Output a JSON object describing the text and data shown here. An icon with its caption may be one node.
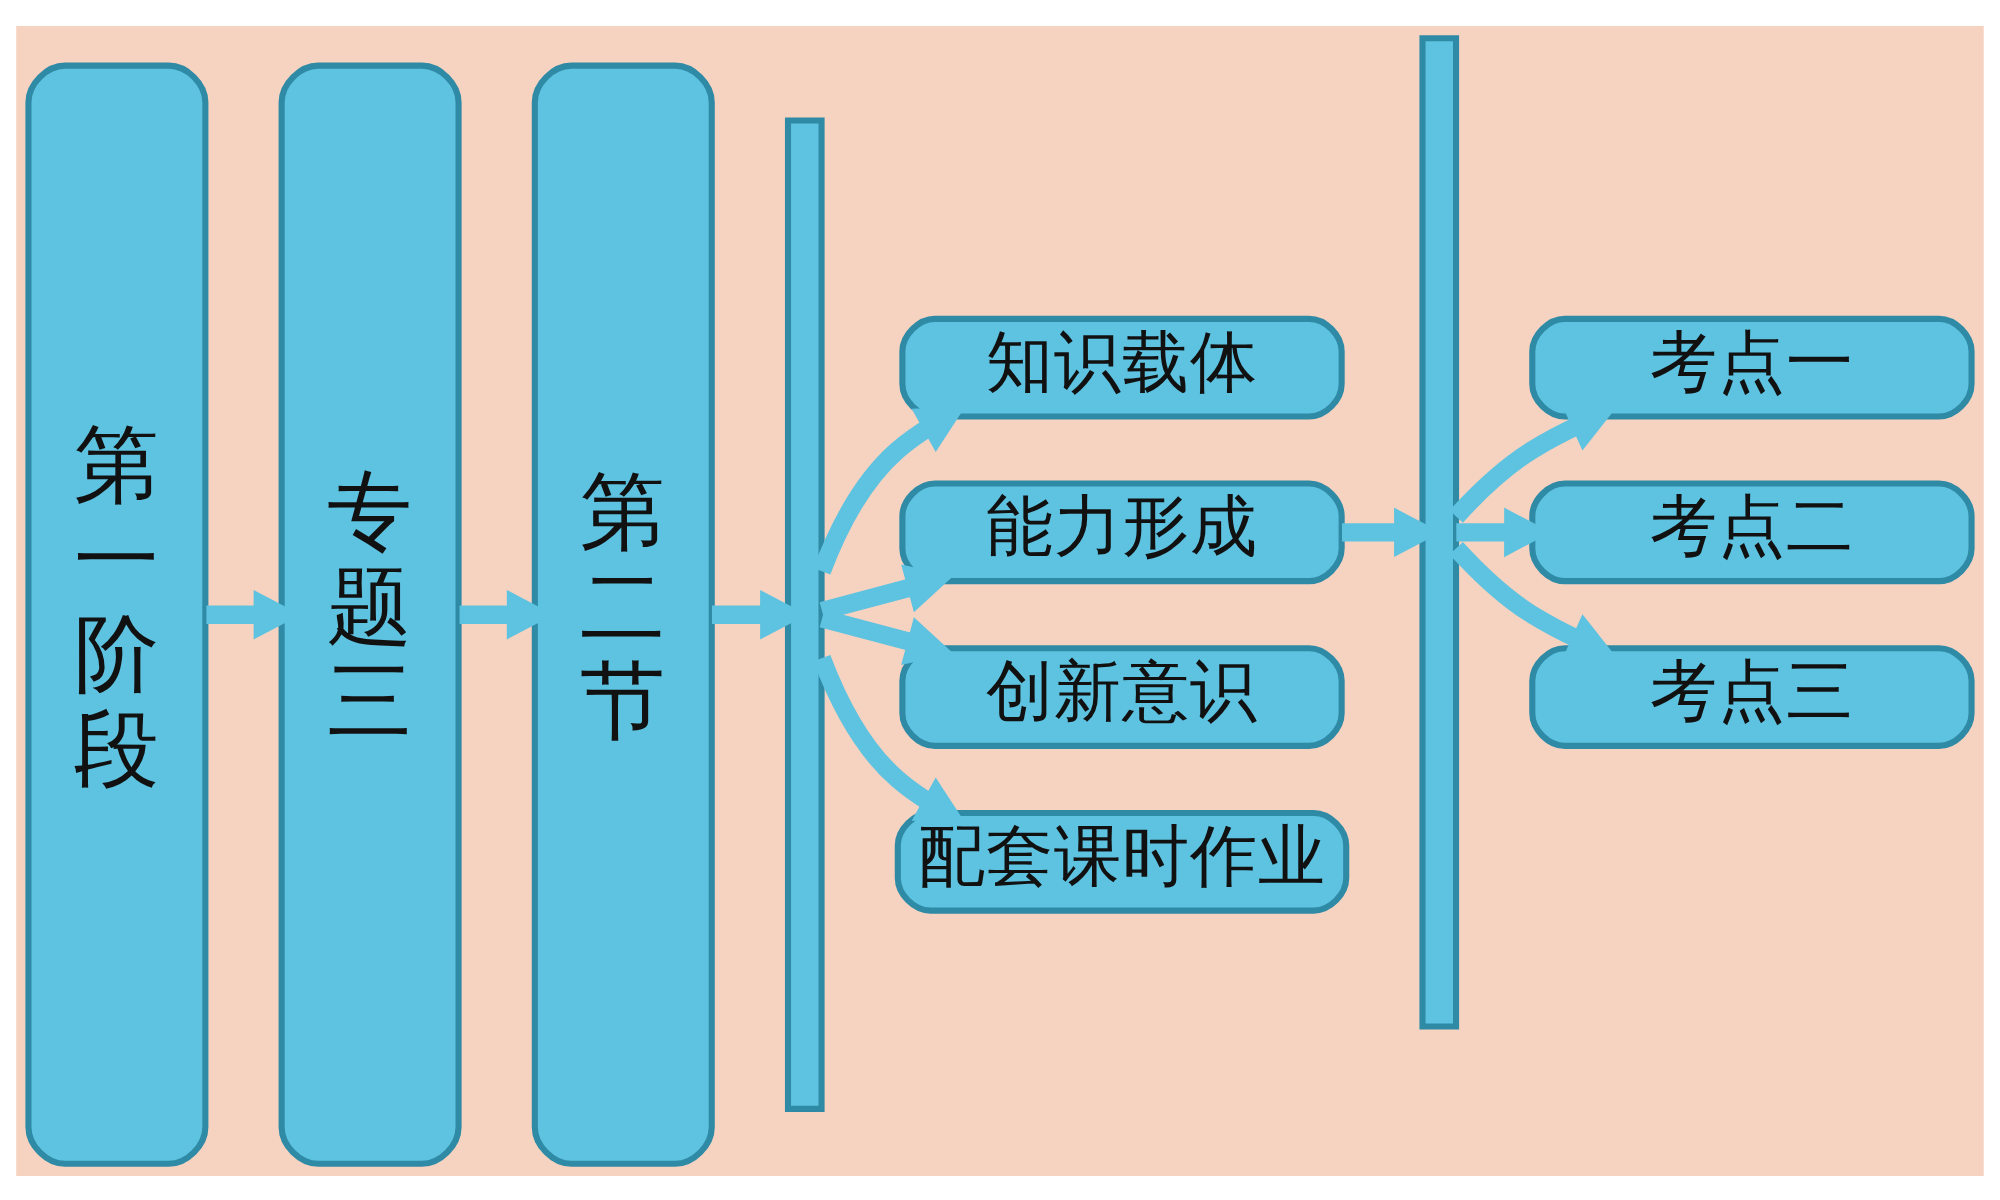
{
  "diagram": {
    "nodes": [
      {
        "text": [
          "第一阶段"
        ]
      },
      {
        "text": [
          "专题三"
        ]
      },
      {
        "text": [
          "第二节"
        ]
      },
      {
        "text": [],
        "shape": "bar"
      },
      {
        "text": [
          "知识载体"
        ]
      },
      {
        "text": [
          "能力形成"
        ]
      },
      {
        "text": [
          "创新意识"
        ]
      },
      {
        "text": [
          "配套课时作业"
        ]
      },
      {
        "text": [],
        "shape": "bar"
      },
      {
        "text": [
          "考点一"
        ]
      },
      {
        "text": [
          "考点二"
        ]
      },
      {
        "text": [
          "考点三"
        ]
      }
    ],
    "edges": [
      {
        "from": 0,
        "to": 1,
        "arrow": "to"
      },
      {
        "from": 1,
        "to": 2,
        "arrow": "to"
      },
      {
        "from": 2,
        "to": 3,
        "arrow": "to"
      },
      {
        "from": 3,
        "to": 4,
        "arrow": "to"
      },
      {
        "from": 3,
        "to": 5,
        "arrow": "to"
      },
      {
        "from": 3,
        "to": 6,
        "arrow": "to"
      },
      {
        "from": 3,
        "to": 7,
        "arrow": "to"
      },
      {
        "from": 5,
        "to": 8,
        "arrow": "to"
      },
      {
        "from": 8,
        "to": 9,
        "arrow": "to"
      },
      {
        "from": 8,
        "to": 10,
        "arrow": "to"
      },
      {
        "from": 8,
        "to": 11,
        "arrow": "to"
      }
    ]
  }
}
